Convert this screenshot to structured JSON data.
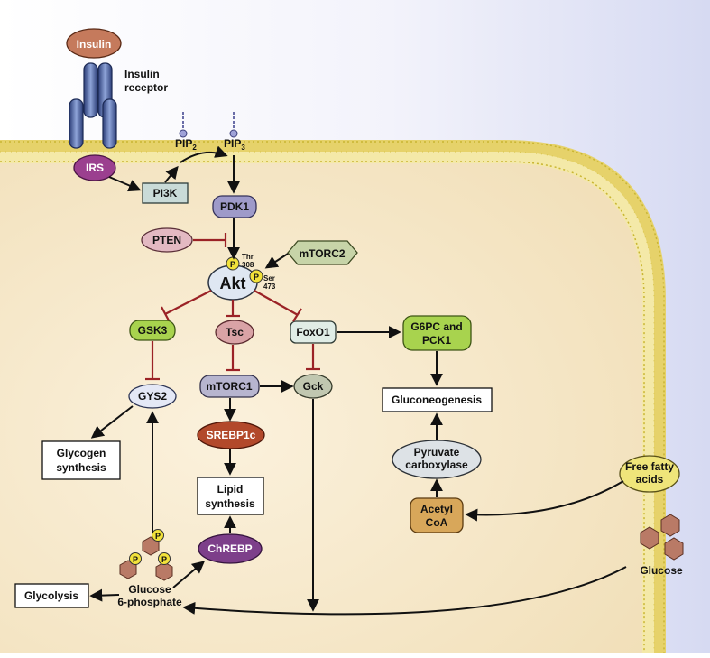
{
  "labels": {
    "insulin": "Insulin",
    "insulin_receptor_1": "Insulin",
    "insulin_receptor_2": "receptor",
    "irs": "IRS",
    "pi3k": "PI3K",
    "pip2": "PIP",
    "pip2_sub": "2",
    "pip3": "PIP",
    "pip3_sub": "3",
    "pdk1": "PDK1",
    "pten": "PTEN",
    "mtorc2": "mTORC2",
    "akt": "Akt",
    "p": "P",
    "thr": "Thr",
    "thr_num": "308",
    "ser": "Ser",
    "ser_num": "473",
    "gsk3": "GSK3",
    "tsc": "Tsc",
    "foxo1": "FoxO1",
    "g6pc_1": "G6PC and",
    "g6pc_2": "PCK1",
    "gys2": "GYS2",
    "mtorc1": "mTORC1",
    "gck": "Gck",
    "gluconeogenesis": "Gluconeogenesis",
    "srebp1c": "SREBP1c",
    "glycogen_1": "Glycogen",
    "glycogen_2": "synthesis",
    "lipid_1": "Lipid",
    "lipid_2": "synthesis",
    "pyruvate_1": "Pyruvate",
    "pyruvate_2": "carboxylase",
    "ffa_1": "Free fatty",
    "ffa_2": "acids",
    "acetyl_1": "Acetyl",
    "acetyl_2": "CoA",
    "chrebp": "ChREBP",
    "glycolysis": "Glycolysis",
    "g6p_1": "Glucose",
    "g6p_2": "6-phosphate",
    "glucose": "Glucose"
  },
  "colors": {
    "cytoplasm": "#f6e8c8",
    "membrane": "#e8d84a",
    "inhibition": "#9b2226",
    "arrow": "#111111",
    "background_right": "#dde0f5"
  }
}
